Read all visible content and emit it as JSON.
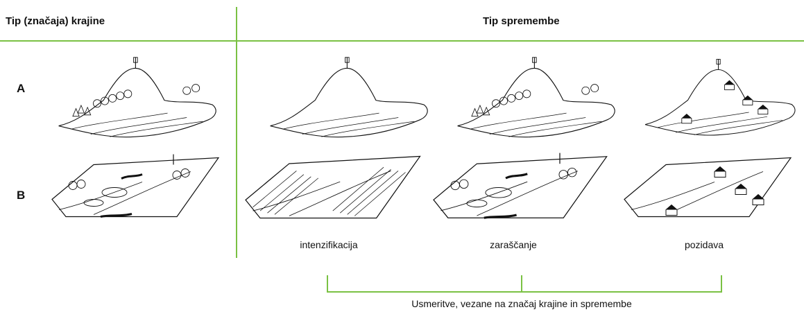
{
  "header": {
    "left_title": "Tip (značaja) krajine",
    "right_title": "Tip spremembe"
  },
  "rows": {
    "a_label": "A",
    "b_label": "B"
  },
  "captions": {
    "col1": "intenzifikacija",
    "col2": "zaraščanje",
    "col3": "pozidava"
  },
  "footer": {
    "bracket_label": "Usmeritve, vezane na značaj krajine in spremembe"
  },
  "colors": {
    "accent_green": "#7ac143",
    "ink": "#111111"
  },
  "icons": {
    "hill_landscape": "hill-landscape-sketch",
    "plain_landscape": "plain-landscape-sketch"
  }
}
